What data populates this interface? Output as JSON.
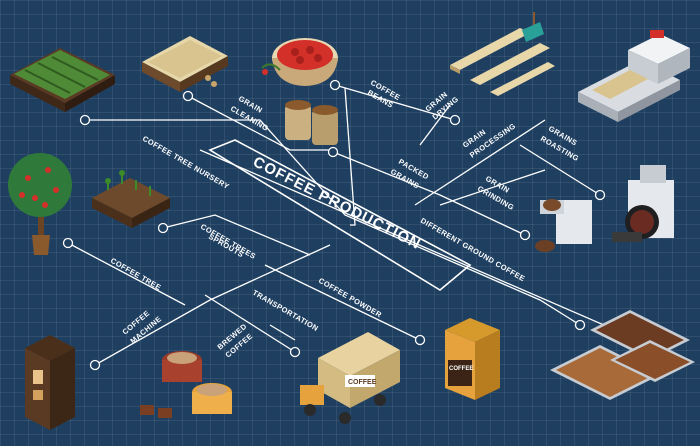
{
  "title": "COFFEE PRODUCTION",
  "labels": {
    "coffee_beans": [
      "COFFEE",
      "BEANS"
    ],
    "grain_cleaning": [
      "GRAIN",
      "CLEANING"
    ],
    "grain_drying": [
      "GRAIN",
      "DRYING"
    ],
    "grain_processing": [
      "GRAIN",
      "PROCESSING"
    ],
    "grains_roasting": [
      "GRAINS",
      "ROASTING"
    ],
    "packed_grains": [
      "PACKED",
      "GRAINS"
    ],
    "grain_grinding": [
      "GRAIN",
      "GRINDING"
    ],
    "coffee_tree_nursery": "COFFEE TREE NURSERY",
    "different_ground_coffee": "DIFFERENT GROUND COFFEE",
    "coffee_trees_sprouts": [
      "COFFEE TREES",
      "SPROUTS"
    ],
    "coffee_tree": "COFFEE TREE",
    "coffee_powder": "COFFEE POWDER",
    "coffee_machine": [
      "COFFEE",
      "MACHINE"
    ],
    "transportation": "TRANSPORTATION",
    "brewed_coffee": [
      "BREWED",
      "COFFEE"
    ]
  },
  "illustration_text": {
    "truck_sign": "COFFEE",
    "bag_label": "COFFEE"
  }
}
